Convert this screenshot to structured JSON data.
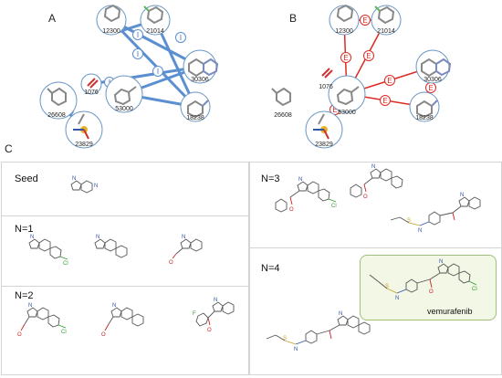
{
  "panels": {
    "a": {
      "label": "A",
      "edge_label": "I",
      "nodes": [
        {
          "id": "12300",
          "label": "12300"
        },
        {
          "id": "21014",
          "label": "21014"
        },
        {
          "id": "1076",
          "label": "1076"
        },
        {
          "id": "30306",
          "label": "30306"
        },
        {
          "id": "26608",
          "label": "26608"
        },
        {
          "id": "53000",
          "label": "53000"
        },
        {
          "id": "18238",
          "label": "18238"
        },
        {
          "id": "23829",
          "label": "23829"
        }
      ]
    },
    "b": {
      "label": "B",
      "edge_label": "E",
      "nodes": [
        {
          "id": "12300",
          "label": "12300"
        },
        {
          "id": "21014",
          "label": "21014"
        },
        {
          "id": "1076",
          "label": "1076"
        },
        {
          "id": "30306",
          "label": "30306"
        },
        {
          "id": "26608",
          "label": "26608"
        },
        {
          "id": "53000",
          "label": "53000"
        },
        {
          "id": "18238",
          "label": "18238"
        },
        {
          "id": "23829",
          "label": "23829"
        }
      ]
    },
    "c": {
      "label": "C",
      "boxes": {
        "seed": "Seed",
        "n1": "N=1",
        "n2": "N=2",
        "n3": "N=3",
        "n4": "N=4"
      },
      "vemurafenib": "vemurafenib",
      "atoms": {
        "nh": "N",
        "h": "H",
        "n": "N",
        "o": "O",
        "cl": "Cl",
        "f": "F",
        "s": "S"
      }
    }
  },
  "colors": {
    "a_edge": "#5b8fd0",
    "b_edge": "#dd2a22",
    "node_border": "#6a96c4",
    "box_border": "#d4d4d4",
    "vem_border": "#9fbf7a",
    "vem_fill": "#f2f7e6"
  }
}
